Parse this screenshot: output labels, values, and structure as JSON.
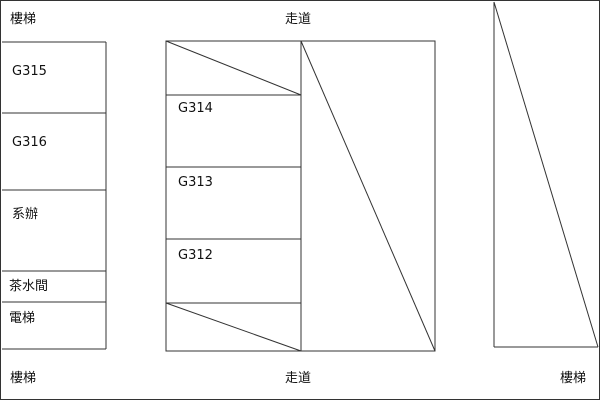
{
  "labels": {
    "stairs_top_left": "樓梯",
    "corridor_top": "走道",
    "stairs_bottom_left": "樓梯",
    "corridor_bottom": "走道",
    "stairs_bottom_right": "樓梯"
  },
  "left_block": {
    "rooms": [
      "G315",
      "G316",
      "系辦",
      "茶水間",
      "電梯"
    ]
  },
  "middle_block": {
    "rooms": [
      "G314",
      "G313",
      "G312"
    ]
  }
}
